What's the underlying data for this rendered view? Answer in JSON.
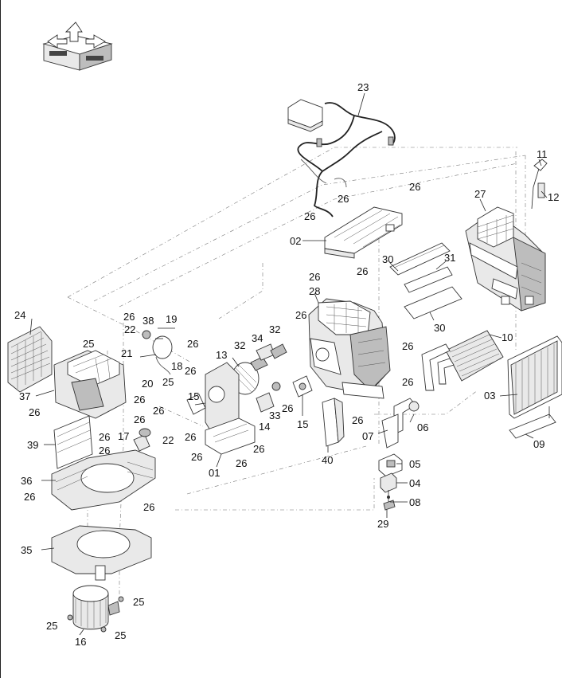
{
  "callouts": {
    "c01": "01",
    "c02": "02",
    "c03": "03",
    "c04": "04",
    "c05": "05",
    "c06": "06",
    "c07": "07",
    "c08": "08",
    "c09": "09",
    "c10": "10",
    "c11": "11",
    "c12": "12",
    "c13": "13",
    "c14": "14",
    "c15a": "15",
    "c15b": "15",
    "c16": "16",
    "c17": "17",
    "c18": "18",
    "c19": "19",
    "c20": "20",
    "c21": "21",
    "c22a": "22",
    "c22b": "22",
    "c23": "23",
    "c24": "24",
    "c25a": "25",
    "c25b": "25",
    "c25c": "25",
    "c25d": "25",
    "c25e": "25",
    "c26": [
      "26",
      "26",
      "26",
      "26",
      "26",
      "26",
      "26",
      "26",
      "26",
      "26",
      "26",
      "26",
      "26",
      "26",
      "26",
      "26",
      "26",
      "26",
      "26",
      "26",
      "26",
      "26",
      "26",
      "26",
      "26"
    ],
    "c27": "27",
    "c28": "28",
    "c29": "29",
    "c30a": "30",
    "c30b": "30",
    "c31": "31",
    "c32a": "32",
    "c32b": "32",
    "c33": "33",
    "c34": "34",
    "c35": "35",
    "c36": "36",
    "c37": "37",
    "c38": "38",
    "c39": "39",
    "c40": "40"
  },
  "orientation_icon": {
    "name": "vehicle-orientation-cube-icon"
  }
}
